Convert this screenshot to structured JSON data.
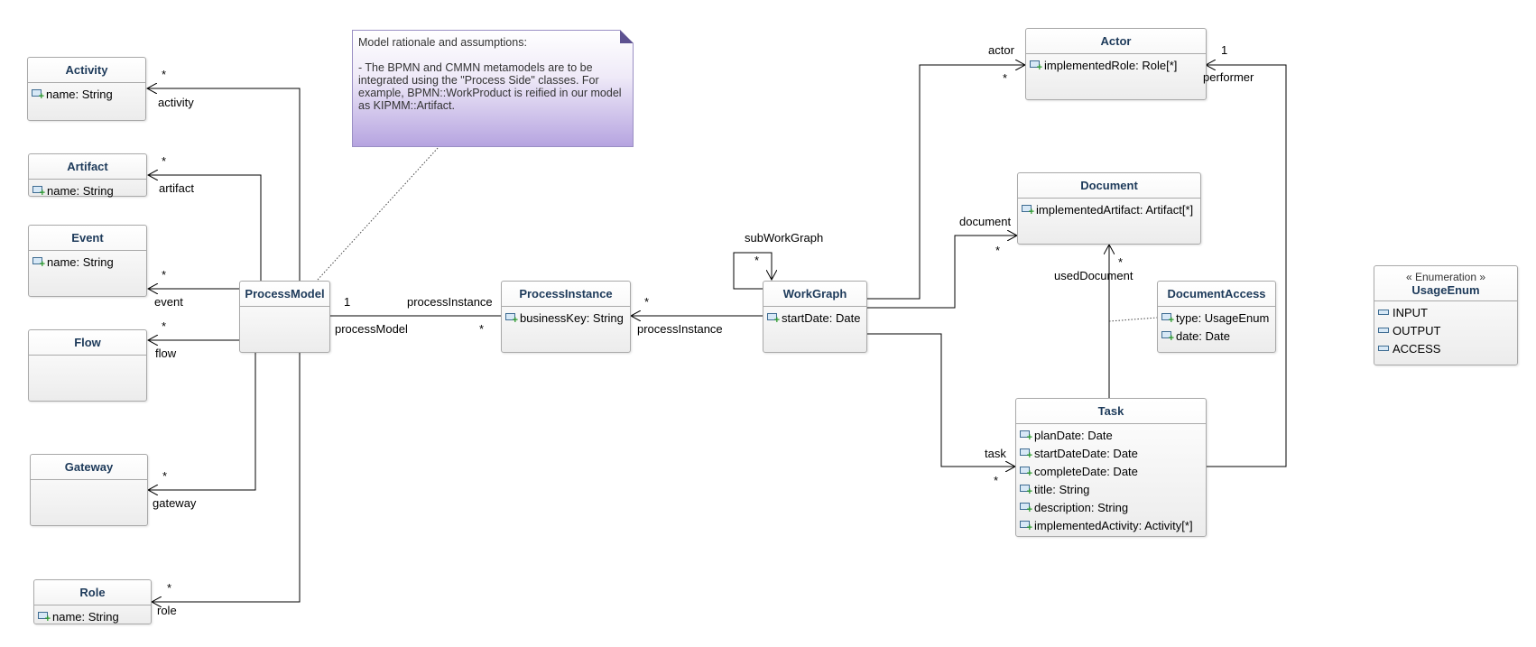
{
  "note": {
    "title": "Model rationale and assumptions:",
    "body": "- The BPMN and CMMN metamodels are to be integrated using the \"Process Side\" classes. For example, BPMN::WorkProduct is reified in our model as KIPMM::Artifact."
  },
  "classes": {
    "activity": {
      "name": "Activity",
      "attrs": [
        "name: String"
      ]
    },
    "artifact": {
      "name": "Artifact",
      "attrs": [
        "name: String"
      ]
    },
    "event": {
      "name": "Event",
      "attrs": [
        "name: String"
      ]
    },
    "flow": {
      "name": "Flow",
      "attrs": []
    },
    "gateway": {
      "name": "Gateway",
      "attrs": []
    },
    "role": {
      "name": "Role",
      "attrs": [
        "name: String"
      ]
    },
    "processmodel": {
      "name": "ProcessModel",
      "attrs": []
    },
    "processinstance": {
      "name": "ProcessInstance",
      "attrs": [
        "businessKey: String"
      ]
    },
    "workgraph": {
      "name": "WorkGraph",
      "attrs": [
        "startDate: Date"
      ]
    },
    "actor": {
      "name": "Actor",
      "attrs": [
        "implementedRole: Role[*]"
      ]
    },
    "document": {
      "name": "Document",
      "attrs": [
        "implementedArtifact: Artifact[*]"
      ]
    },
    "documentaccess": {
      "name": "DocumentAccess",
      "attrs": [
        "type: UsageEnum",
        "date: Date"
      ]
    },
    "task": {
      "name": "Task",
      "attrs": [
        "planDate: Date",
        "startDateDate: Date",
        "completeDate: Date",
        "title: String",
        "description: String",
        "implementedActivity: Activity[*]"
      ]
    }
  },
  "enumeration": {
    "stereotype": "« Enumeration »",
    "name": "UsageEnum",
    "literals": [
      "INPUT",
      "OUTPUT",
      "ACCESS"
    ]
  },
  "labels": {
    "activity_role": "activity",
    "activity_mult": "*",
    "artifact_role": "artifact",
    "artifact_mult": "*",
    "event_role": "event",
    "event_mult": "*",
    "flow_role": "flow",
    "flow_mult": "*",
    "gateway_role": "gateway",
    "gateway_mult": "*",
    "role_role": "role",
    "role_mult": "*",
    "pm_mult": "1",
    "pm_role": "processModel",
    "pi_role_left": "processInstance",
    "pi_mult_left": "*",
    "pi_role_right": "processInstance",
    "pi_mult_right": "*",
    "subworkgraph_role": "subWorkGraph",
    "subworkgraph_mult": "*",
    "actor_role": "actor",
    "actor_mult": "*",
    "document_role": "document",
    "document_mult": "*",
    "task_role": "task",
    "task_mult": "*",
    "performer_role": "performer",
    "performer_mult": "1",
    "useddoc_role": "usedDocument",
    "useddoc_mult": "*"
  }
}
